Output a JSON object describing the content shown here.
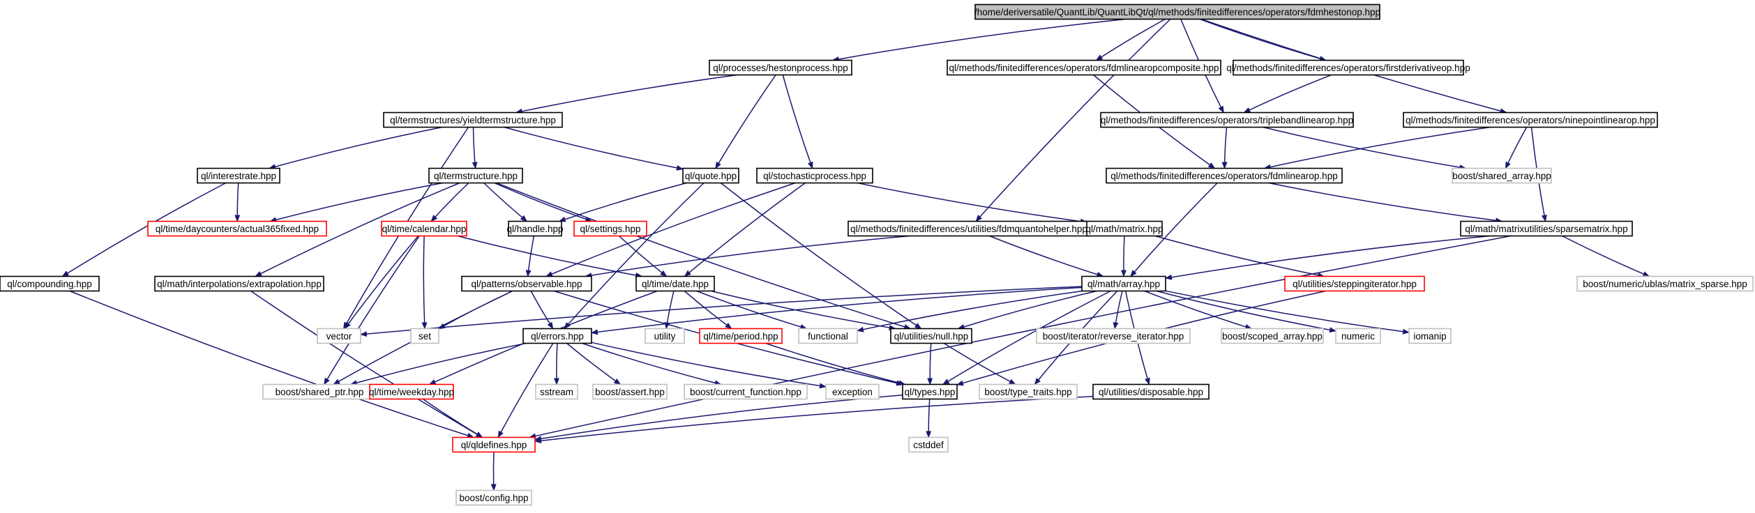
{
  "diagram": {
    "type": "include-dependency-graph",
    "colors": {
      "edge": "#191970",
      "root_fill": "#bfbfbf",
      "root_border": "#000000",
      "documented_border": "#000000",
      "undocumented_border": "#ff0000",
      "system_border": "#bfbfbf",
      "system_text": "#000000"
    },
    "nodes": [
      {
        "id": "root",
        "label": "/home/deriversatile/QuantLib/QuantLibQt/ql/methods/finitedifferences/operators/fdmhestonop.hpp",
        "kind": "root"
      },
      {
        "id": "hestonprocess",
        "label": "ql/processes/hestonprocess.hpp",
        "kind": "documented"
      },
      {
        "id": "fdmlinearopcomposite",
        "label": "ql/methods/finitedifferences/operators/fdmlinearopcomposite.hpp",
        "kind": "documented"
      },
      {
        "id": "firstderivativeop",
        "label": "ql/methods/finitedifferences/operators/firstderivativeop.hpp",
        "kind": "documented"
      },
      {
        "id": "yieldtermstructure",
        "label": "ql/termstructures/yieldtermstructure.hpp",
        "kind": "documented"
      },
      {
        "id": "triplebandlinearop",
        "label": "ql/methods/finitedifferences/operators/triplebandlinearop.hpp",
        "kind": "documented"
      },
      {
        "id": "ninepointlinearop",
        "label": "ql/methods/finitedifferences/operators/ninepointlinearop.hpp",
        "kind": "documented"
      },
      {
        "id": "interestrate",
        "label": "ql/interestrate.hpp",
        "kind": "documented"
      },
      {
        "id": "termstructure",
        "label": "ql/termstructure.hpp",
        "kind": "documented"
      },
      {
        "id": "quote",
        "label": "ql/quote.hpp",
        "kind": "documented"
      },
      {
        "id": "stochasticprocess",
        "label": "ql/stochasticprocess.hpp",
        "kind": "documented"
      },
      {
        "id": "fdmlinearop",
        "label": "ql/methods/finitedifferences/operators/fdmlinearop.hpp",
        "kind": "documented"
      },
      {
        "id": "shared_array",
        "label": "boost/shared_array.hpp",
        "kind": "system"
      },
      {
        "id": "actual365fixed",
        "label": "ql/time/daycounters/actual365fixed.hpp",
        "kind": "undocumented"
      },
      {
        "id": "calendar",
        "label": "ql/time/calendar.hpp",
        "kind": "undocumented"
      },
      {
        "id": "handle",
        "label": "ql/handle.hpp",
        "kind": "documented"
      },
      {
        "id": "settings",
        "label": "ql/settings.hpp",
        "kind": "undocumented"
      },
      {
        "id": "fdmquantohelper",
        "label": "ql/methods/finitedifferences/utilities/fdmquantohelper.hpp",
        "kind": "documented"
      },
      {
        "id": "matrix",
        "label": "ql/math/matrix.hpp",
        "kind": "documented"
      },
      {
        "id": "sparsematrix",
        "label": "ql/math/matrixutilities/sparsematrix.hpp",
        "kind": "documented"
      },
      {
        "id": "compounding",
        "label": "ql/compounding.hpp",
        "kind": "documented"
      },
      {
        "id": "extrapolation",
        "label": "ql/math/interpolations/extrapolation.hpp",
        "kind": "documented"
      },
      {
        "id": "observable",
        "label": "ql/patterns/observable.hpp",
        "kind": "documented"
      },
      {
        "id": "date",
        "label": "ql/time/date.hpp",
        "kind": "documented"
      },
      {
        "id": "array",
        "label": "ql/math/array.hpp",
        "kind": "documented"
      },
      {
        "id": "steppingiterator",
        "label": "ql/utilities/steppingiterator.hpp",
        "kind": "undocumented"
      },
      {
        "id": "matrix_sparse",
        "label": "boost/numeric/ublas/matrix_sparse.hpp",
        "kind": "system"
      },
      {
        "id": "vector",
        "label": "vector",
        "kind": "system"
      },
      {
        "id": "set",
        "label": "set",
        "kind": "system"
      },
      {
        "id": "utility",
        "label": "utility",
        "kind": "system"
      },
      {
        "id": "errors",
        "label": "ql/errors.hpp",
        "kind": "documented"
      },
      {
        "id": "period",
        "label": "ql/time/period.hpp",
        "kind": "undocumented"
      },
      {
        "id": "functional",
        "label": "functional",
        "kind": "system"
      },
      {
        "id": "null",
        "label": "ql/utilities/null.hpp",
        "kind": "documented"
      },
      {
        "id": "reverse_iterator",
        "label": "boost/iterator/reverse_iterator.hpp",
        "kind": "system"
      },
      {
        "id": "scoped_array",
        "label": "boost/scoped_array.hpp",
        "kind": "system"
      },
      {
        "id": "numeric",
        "label": "numeric",
        "kind": "system"
      },
      {
        "id": "iomanip",
        "label": "iomanip",
        "kind": "system"
      },
      {
        "id": "shared_ptr",
        "label": "boost/shared_ptr.hpp",
        "kind": "system"
      },
      {
        "id": "weekday",
        "label": "ql/time/weekday.hpp",
        "kind": "undocumented"
      },
      {
        "id": "sstream",
        "label": "sstream",
        "kind": "system"
      },
      {
        "id": "assert",
        "label": "boost/assert.hpp",
        "kind": "system"
      },
      {
        "id": "current_function",
        "label": "boost/current_function.hpp",
        "kind": "system"
      },
      {
        "id": "exception",
        "label": "exception",
        "kind": "system"
      },
      {
        "id": "types",
        "label": "ql/types.hpp",
        "kind": "documented"
      },
      {
        "id": "type_traits",
        "label": "boost/type_traits.hpp",
        "kind": "system"
      },
      {
        "id": "disposable",
        "label": "ql/utilities/disposable.hpp",
        "kind": "documented"
      },
      {
        "id": "qldefines",
        "label": "ql/qldefines.hpp",
        "kind": "undocumented"
      },
      {
        "id": "cstddef",
        "label": "cstddef",
        "kind": "system"
      },
      {
        "id": "config",
        "label": "boost/config.hpp",
        "kind": "system"
      }
    ],
    "edges": [
      [
        "root",
        "hestonprocess"
      ],
      [
        "root",
        "fdmlinearopcomposite"
      ],
      [
        "root",
        "firstderivativeop"
      ],
      [
        "root",
        "triplebandlinearop"
      ],
      [
        "root",
        "ninepointlinearop"
      ],
      [
        "root",
        "fdmquantohelper"
      ],
      [
        "hestonprocess",
        "yieldtermstructure"
      ],
      [
        "hestonprocess",
        "quote"
      ],
      [
        "hestonprocess",
        "stochasticprocess"
      ],
      [
        "fdmlinearopcomposite",
        "fdmlinearop"
      ],
      [
        "firstderivativeop",
        "triplebandlinearop"
      ],
      [
        "triplebandlinearop",
        "fdmlinearop"
      ],
      [
        "triplebandlinearop",
        "shared_array"
      ],
      [
        "ninepointlinearop",
        "fdmlinearop"
      ],
      [
        "ninepointlinearop",
        "shared_array"
      ],
      [
        "ninepointlinearop",
        "sparsematrix"
      ],
      [
        "yieldtermstructure",
        "interestrate"
      ],
      [
        "yieldtermstructure",
        "termstructure"
      ],
      [
        "yieldtermstructure",
        "quote"
      ],
      [
        "yieldtermstructure",
        "vector"
      ],
      [
        "interestrate",
        "actual365fixed"
      ],
      [
        "interestrate",
        "compounding"
      ],
      [
        "termstructure",
        "actual365fixed"
      ],
      [
        "termstructure",
        "calendar"
      ],
      [
        "termstructure",
        "handle"
      ],
      [
        "termstructure",
        "settings"
      ],
      [
        "termstructure",
        "extrapolation"
      ],
      [
        "termstructure",
        "null"
      ],
      [
        "quote",
        "handle"
      ],
      [
        "quote",
        "errors"
      ],
      [
        "quote",
        "null"
      ],
      [
        "stochasticprocess",
        "matrix"
      ],
      [
        "stochasticprocess",
        "observable"
      ],
      [
        "stochasticprocess",
        "date"
      ],
      [
        "fdmlinearop",
        "array"
      ],
      [
        "fdmlinearop",
        "sparsematrix"
      ],
      [
        "calendar",
        "date"
      ],
      [
        "calendar",
        "vector"
      ],
      [
        "calendar",
        "set"
      ],
      [
        "calendar",
        "shared_ptr"
      ],
      [
        "handle",
        "observable"
      ],
      [
        "settings",
        "date"
      ],
      [
        "fdmquantohelper",
        "observable"
      ],
      [
        "fdmquantohelper",
        "array"
      ],
      [
        "matrix",
        "array"
      ],
      [
        "matrix",
        "steppingiterator"
      ],
      [
        "sparsematrix",
        "array"
      ],
      [
        "sparsematrix",
        "matrix_sparse"
      ],
      [
        "sparsematrix",
        "qldefines"
      ],
      [
        "compounding",
        "qldefines"
      ],
      [
        "extrapolation",
        "qldefines"
      ],
      [
        "observable",
        "set"
      ],
      [
        "observable",
        "errors"
      ],
      [
        "observable",
        "shared_ptr"
      ],
      [
        "observable",
        "types"
      ],
      [
        "date",
        "utility"
      ],
      [
        "date",
        "period"
      ],
      [
        "date",
        "functional"
      ],
      [
        "date",
        "null"
      ],
      [
        "date",
        "weekday"
      ],
      [
        "array",
        "vector"
      ],
      [
        "array",
        "errors"
      ],
      [
        "array",
        "functional"
      ],
      [
        "array",
        "null"
      ],
      [
        "array",
        "reverse_iterator"
      ],
      [
        "array",
        "scoped_array"
      ],
      [
        "array",
        "numeric"
      ],
      [
        "array",
        "iomanip"
      ],
      [
        "array",
        "type_traits"
      ],
      [
        "array",
        "disposable"
      ],
      [
        "array",
        "types"
      ],
      [
        "steppingiterator",
        "types"
      ],
      [
        "errors",
        "shared_ptr"
      ],
      [
        "errors",
        "sstream"
      ],
      [
        "errors",
        "assert"
      ],
      [
        "errors",
        "current_function"
      ],
      [
        "errors",
        "exception"
      ],
      [
        "errors",
        "qldefines"
      ],
      [
        "period",
        "types"
      ],
      [
        "null",
        "types"
      ],
      [
        "null",
        "type_traits"
      ],
      [
        "weekday",
        "qldefines"
      ],
      [
        "types",
        "qldefines"
      ],
      [
        "types",
        "cstddef"
      ],
      [
        "disposable",
        "qldefines"
      ],
      [
        "qldefines",
        "config"
      ]
    ]
  }
}
